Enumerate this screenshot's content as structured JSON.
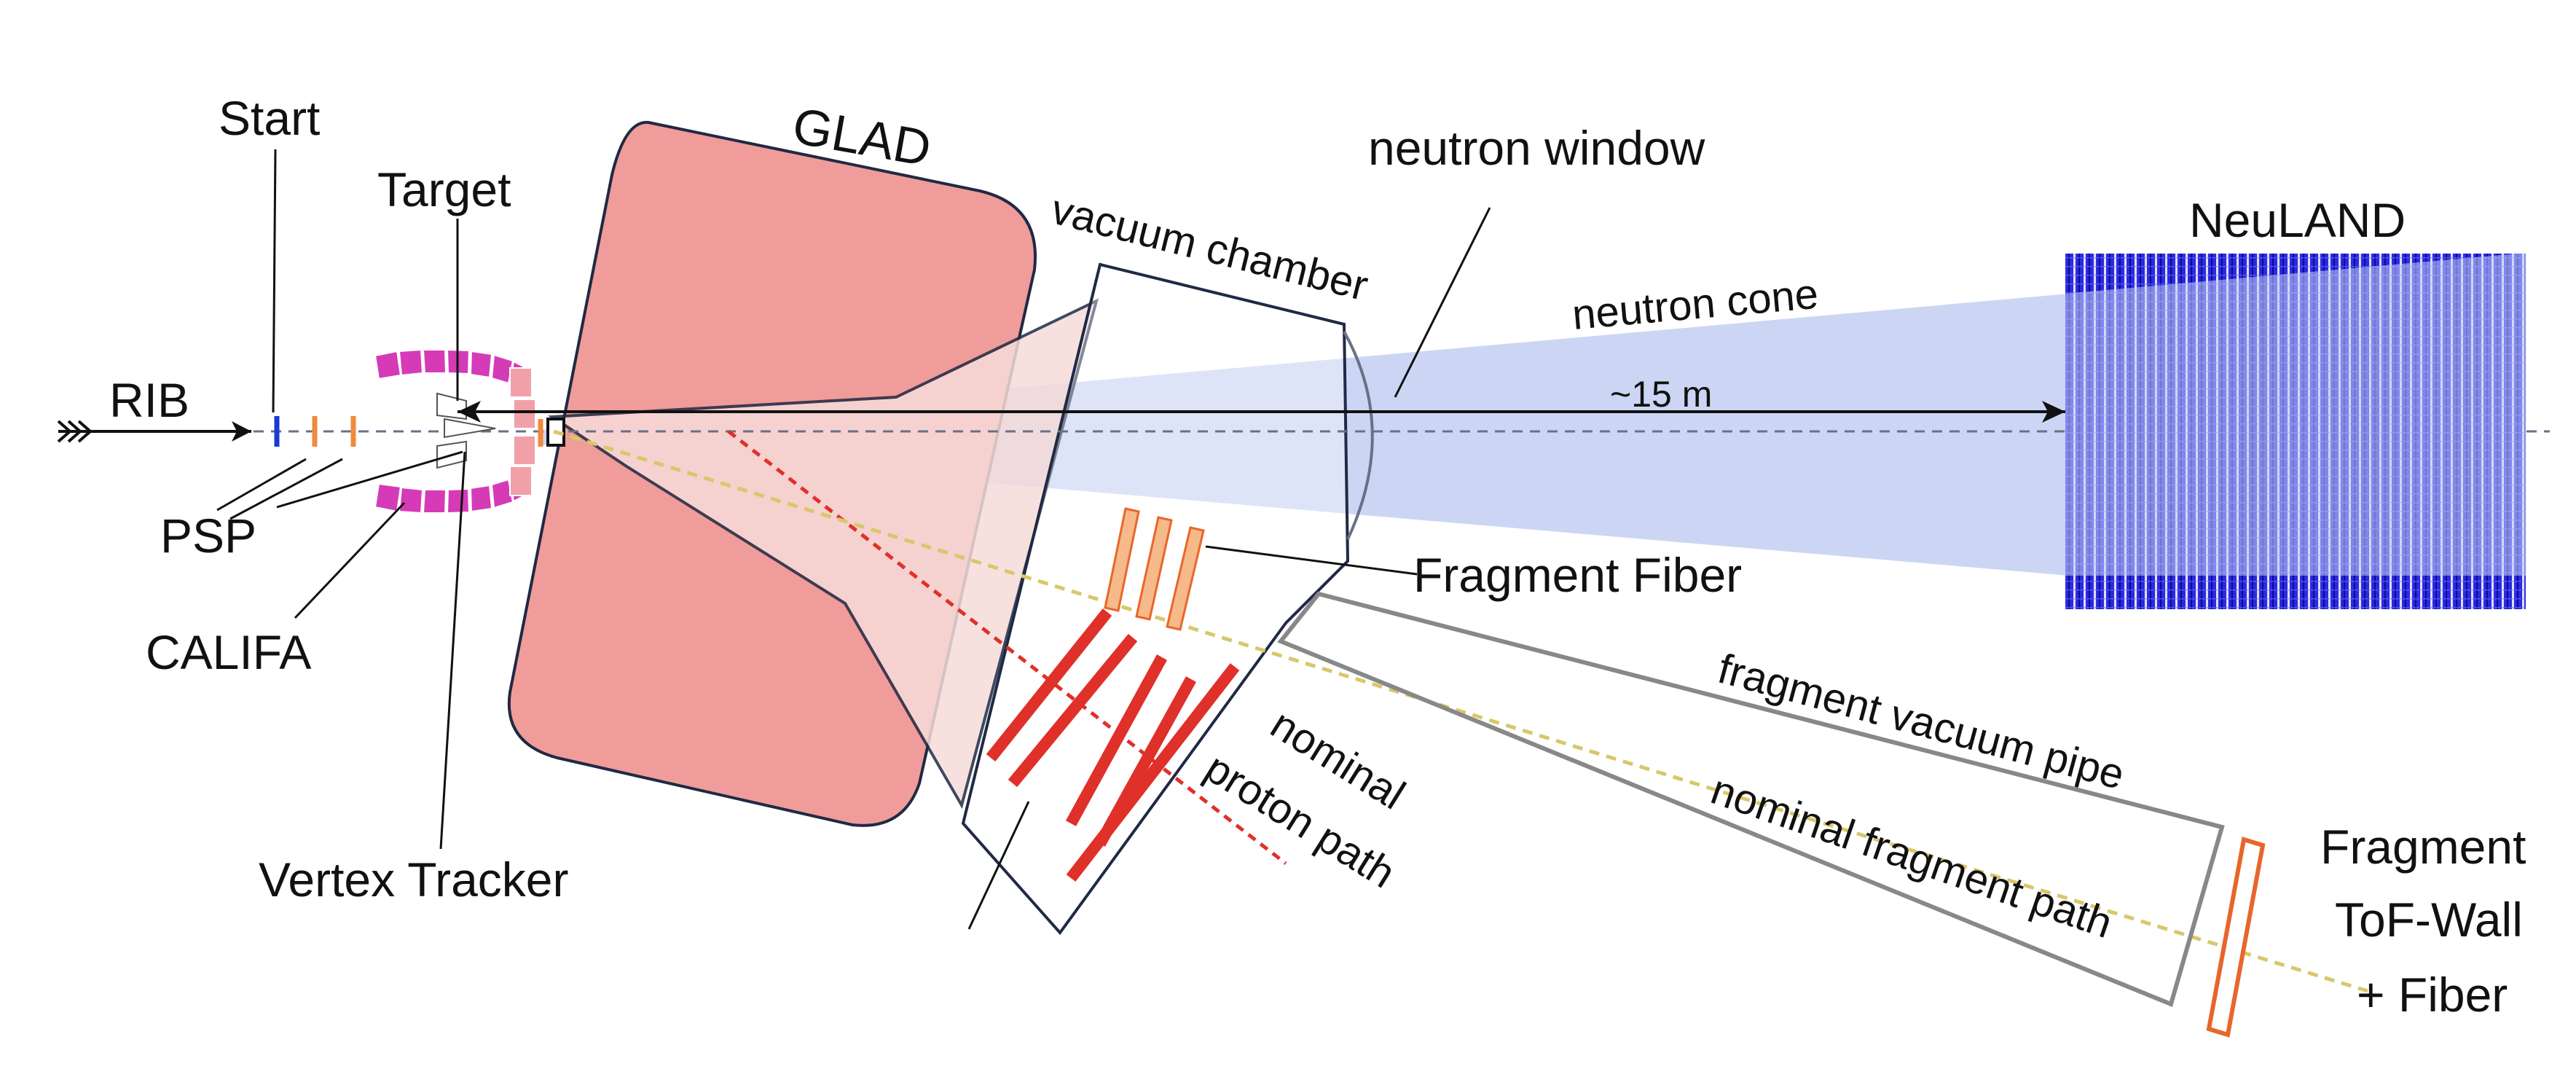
{
  "diagram": {
    "labels": {
      "start": "Start",
      "target": "Target",
      "glad": "GLAD",
      "neutron_window": "neutron window",
      "neuland": "NeuLAND",
      "vacuum_chamber": "vacuum chamber",
      "neutron_cone": "neutron cone",
      "distance": "~15 m",
      "rib": "RIB",
      "psp": "PSP",
      "califa": "CALIFA",
      "vertex_tracker": "Vertex Tracker",
      "fragment_fiber": "Fragment Fiber",
      "fragment_vacuum_pipe": "fragment vacuum pipe",
      "nominal_fragment_path": "nominal fragment path",
      "nominal": "nominal",
      "proton_path": "proton path",
      "fragment": "Fragment",
      "tof_wall": "ToF-Wall",
      "plus_fiber": "+ Fiber"
    },
    "colors": {
      "glad_magnet": "#f09c9a",
      "glad_outline": "#1f2a44",
      "neutron_cone": "#c7d1f3",
      "acceptance": "#f6dcda",
      "neuland": "#1a1ad6",
      "califa": "#d63bb7",
      "psp": "#f08a3c",
      "start": "#1a3ad6",
      "proton_path": "#e0302a",
      "fragment_path": "#d9c76a",
      "fiber_fill": "#f6b98a",
      "fiber_outline": "#e8662a",
      "pipe": "#888888"
    }
  }
}
